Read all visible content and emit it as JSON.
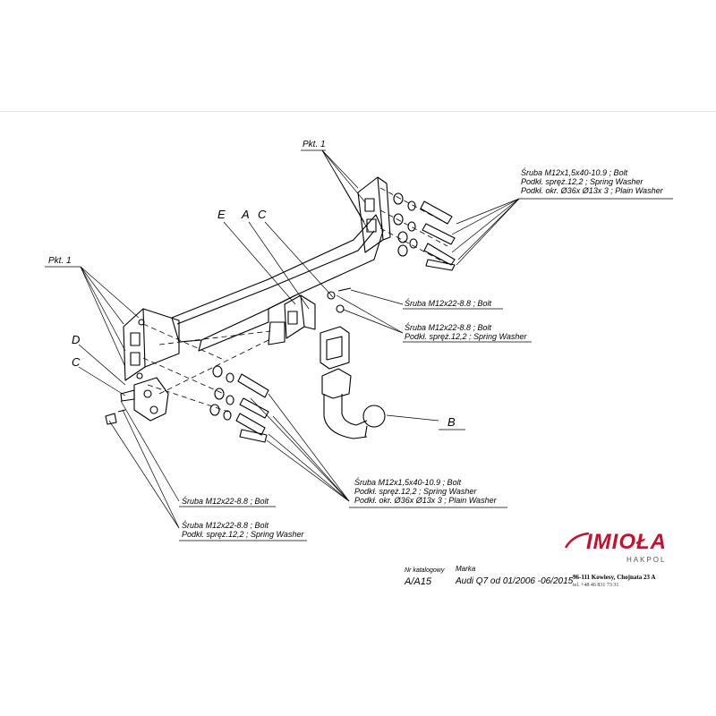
{
  "parts": {
    "pkt_top": "Pkt. 1",
    "pkt_left": "Pkt. 1",
    "letter_e": "E",
    "letter_a": "A",
    "letter_c_top": "C",
    "letter_d": "D",
    "letter_c_left": "C",
    "letter_b": "B"
  },
  "callouts": {
    "top_right": [
      "Śruba M12x1,5x40-10.9 ;  Bolt",
      "Podkł. spręż.12,2 ; Spring Washer",
      "Podkł. okr.  Ø36x Ø13x 3 ; Plain Washer"
    ],
    "mid_bolt": "Śruba M12x22-8.8 ;  Bolt",
    "mid_bolt_washer": [
      "Śruba M12x22-8.8 ;  Bolt",
      "Podkł. spręż.12,2 ; Spring Washer"
    ],
    "bottom_right": [
      "Śruba M12x1,5x40-10.9 ;  Bolt",
      "Podkł. spręż.12,2 ; Spring Washer",
      "Podkł. okr.  Ø36x Ø13x 3 ; Plain Washer"
    ],
    "bottom_left_bolt": "Śruba M12x22-8.8 ;  Bolt",
    "bottom_left_bolt_washer": [
      "Śruba M12x22-8.8 ;  Bolt",
      "Podkł. spręż.12,2 ; Spring Washer"
    ]
  },
  "catalog": {
    "nr_label": "Nr katalogowy",
    "nr_value": "A/A15",
    "marka_label": "Marka",
    "marka_value": "Audi Q7 od 01/2006 -06/2015"
  },
  "brand": {
    "name": "IMIOŁA",
    "sub": "HAKPOL",
    "address": "96-111 Kowiesy, Chojnata 23 A",
    "tel": "tel. +48 46 831 73 31",
    "color": "#c8102e"
  }
}
